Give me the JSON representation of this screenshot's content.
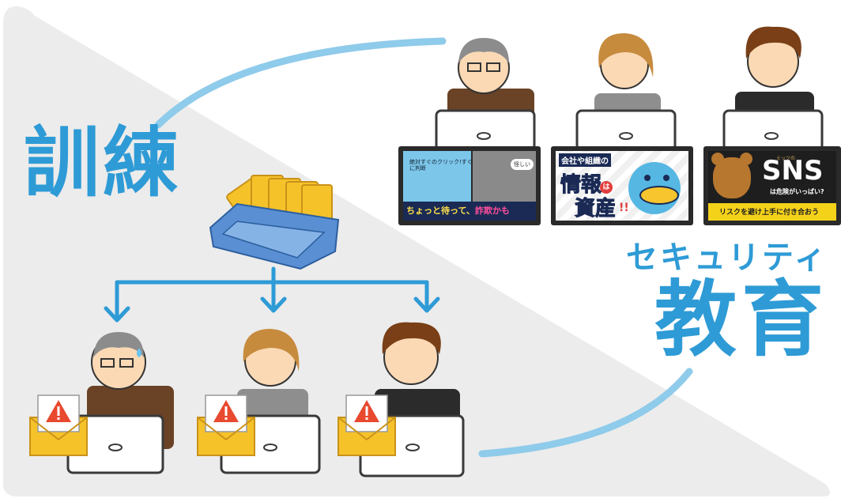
{
  "labels": {
    "training": "訓練",
    "security": "セキュリティ",
    "education": "教育"
  },
  "screens": [
    {
      "top_text": "絶対すぐのクリック!すぐに判断",
      "bubble_text": "怪しい",
      "bottom_text_a": "ちょっと待って、",
      "bottom_text_b": "詐欺かも"
    },
    {
      "top_text": "会社や組織の",
      "big_text_a": "情報",
      "particle": "は",
      "big_text_b": "資産",
      "exclaim": "!!"
    },
    {
      "sub_text": "ミッツの",
      "big_text": "SNS",
      "mid_text": "は危険がいっぱい?",
      "bottom_text": "リスクを避け上手に付き合おう"
    }
  ],
  "colors": {
    "accent_blue": "#2e9bd6",
    "light_blue_line": "#8fcbea",
    "triangle_gray": "#ececec",
    "envelope_yellow": "#f6c22a",
    "alert_red": "#e8492f",
    "tray_blue": "#5a8fd4"
  }
}
